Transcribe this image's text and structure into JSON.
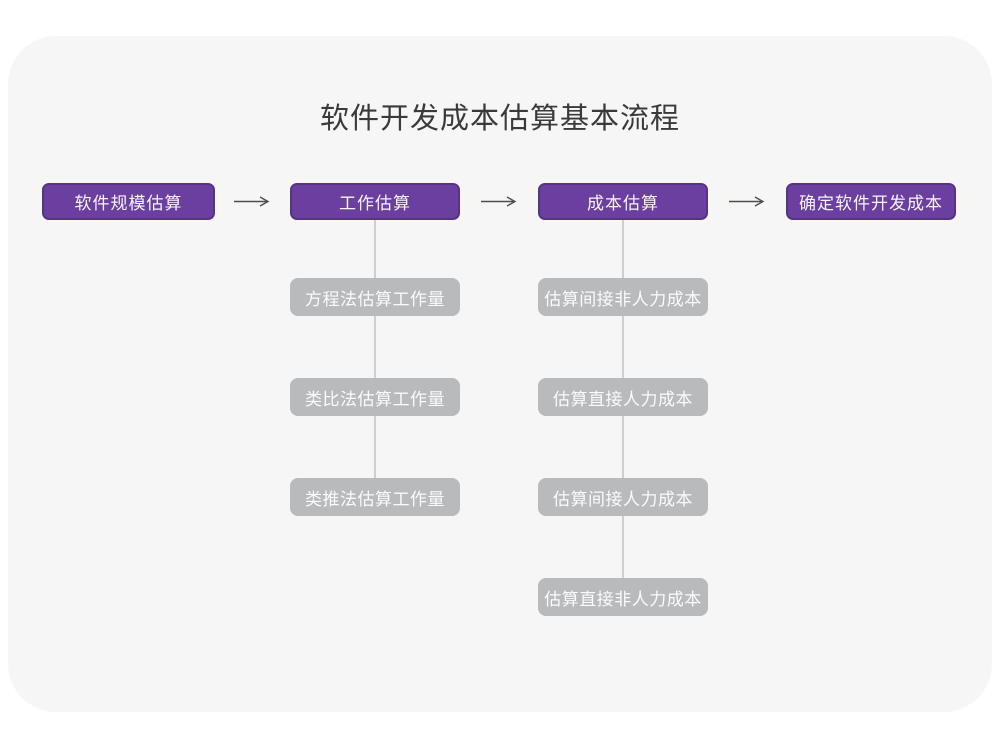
{
  "title": "软件开发成本估算基本流程",
  "flow": {
    "stages": [
      {
        "label": "软件规模估算",
        "substeps": []
      },
      {
        "label": "工作估算",
        "substeps": [
          "方程法估算工作量",
          "类比法估算工作量",
          "类推法估算工作量"
        ]
      },
      {
        "label": "成本估算",
        "substeps": [
          "估算间接非人力成本",
          "估算直接人力成本",
          "估算间接人力成本",
          "估算直接非人力成本"
        ]
      },
      {
        "label": "确定软件开发成本",
        "substeps": []
      }
    ]
  },
  "colors": {
    "stage_fill": "#6b3fa0",
    "stage_border": "#573386",
    "substep_fill": "#b9babc",
    "connector_line": "#cfcfcf",
    "arrow": "#4d4d4d",
    "card_background": "#f6f6f7",
    "page_background": "#ffffff",
    "title_text": "#3a3a3a"
  }
}
